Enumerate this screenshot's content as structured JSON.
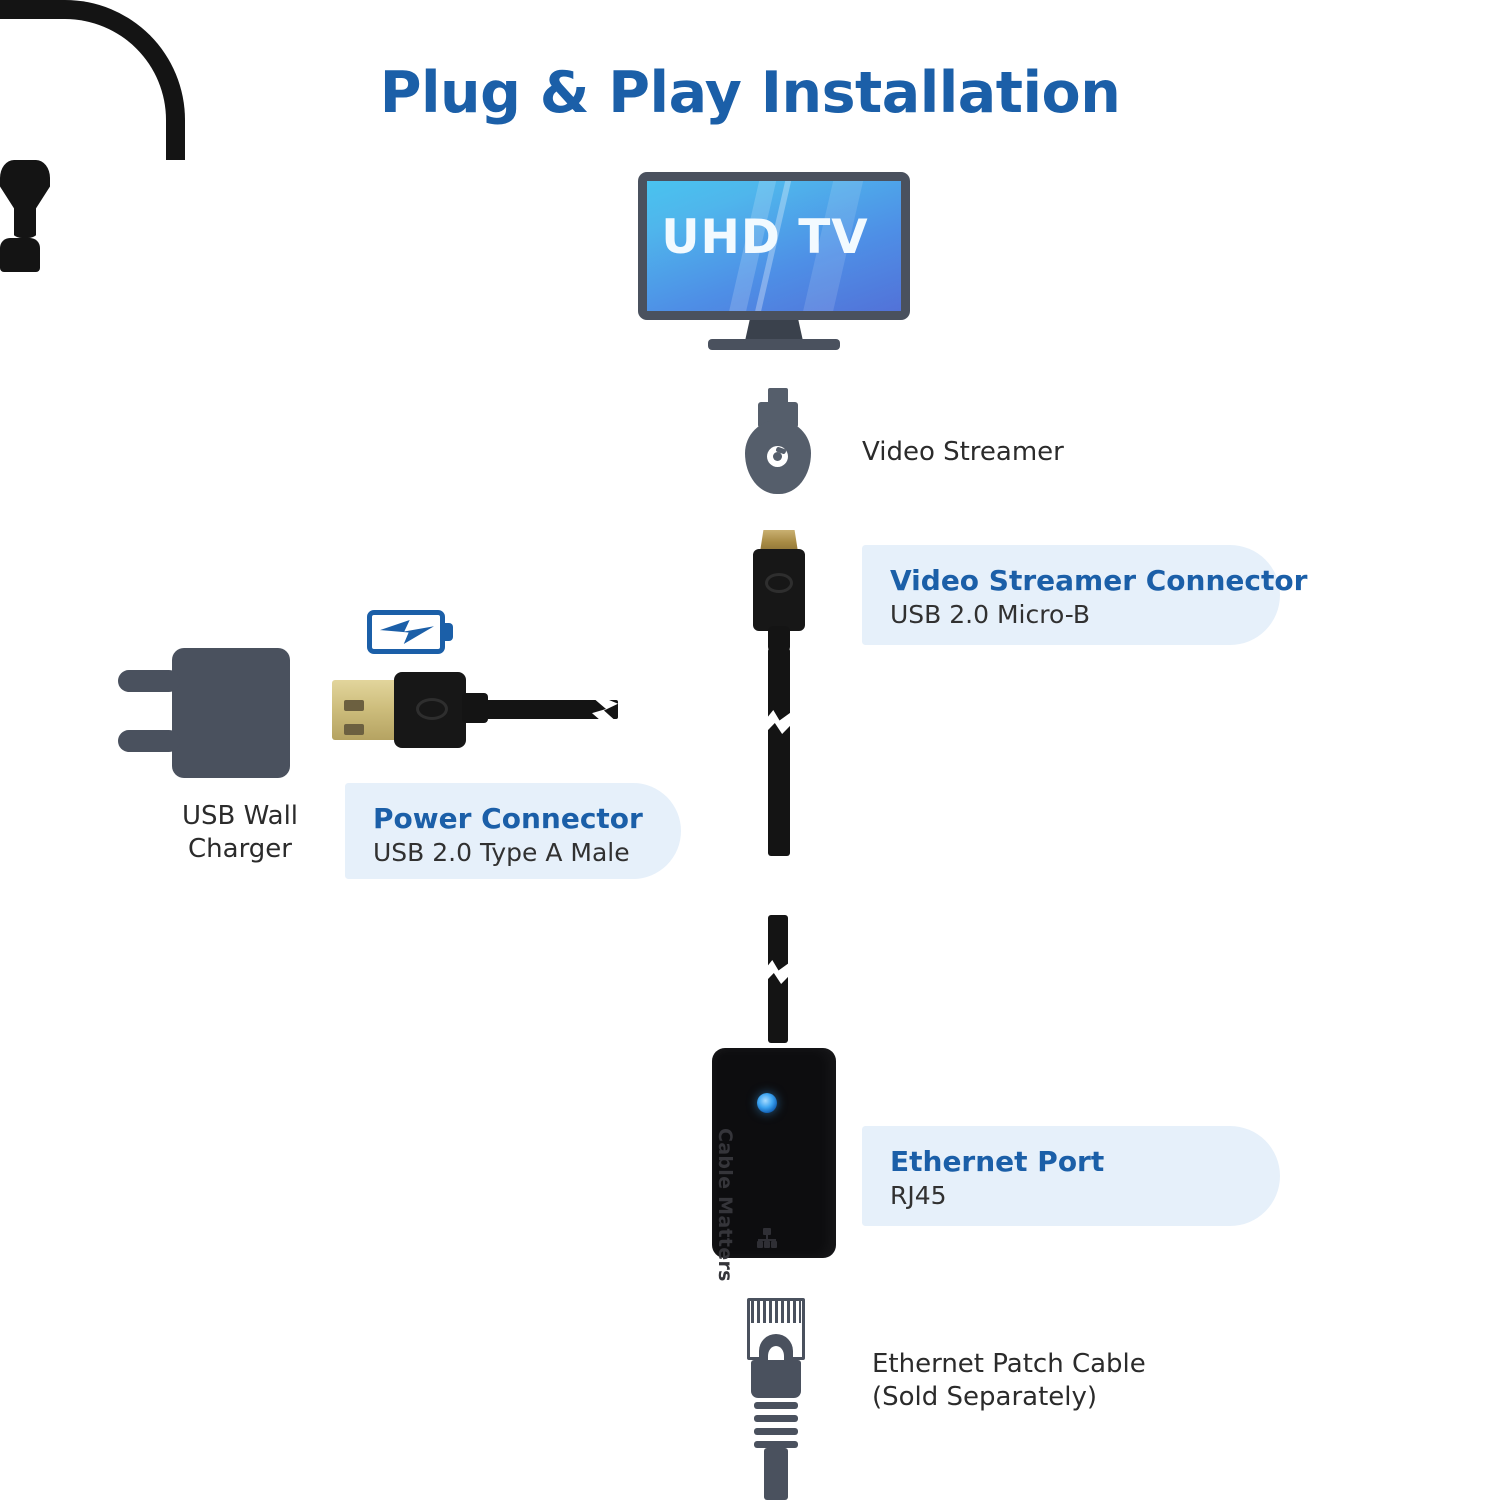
{
  "page": {
    "title": "Plug & Play Installation",
    "accent_blue": "#1B5FA8",
    "callout_bg": "#E6F0FA",
    "device_gray": "#4A515E",
    "cable_black": "#141414",
    "led_blue": "#3BA3F0"
  },
  "tv": {
    "screen_text": "UHD TV",
    "icon": "uhd-tv-icon"
  },
  "streamer": {
    "icon": "video-streamer-dongle-icon",
    "label": "Video Streamer"
  },
  "charger": {
    "icon": "usb-wall-charger-icon",
    "label": "USB Wall\nCharger"
  },
  "battery_icon": {
    "icon": "battery-charging-icon"
  },
  "brand": {
    "adapter_text": "Cable Matters",
    "port_icon": "ethernet-port-glyph-icon",
    "led": "status-led-indicator"
  },
  "callouts": [
    {
      "id": "video-streamer-connector",
      "title": "Video Streamer Connector",
      "subtitle": "USB 2.0 Micro-B"
    },
    {
      "id": "power-connector",
      "title": "Power Connector",
      "subtitle": "USB 2.0 Type A Male"
    },
    {
      "id": "ethernet-port",
      "title": "Ethernet Port",
      "subtitle": "RJ45"
    }
  ],
  "patch_cable": {
    "icon": "rj45-patch-cable-icon",
    "label": "Ethernet Patch Cable\n(Sold Separately)"
  }
}
